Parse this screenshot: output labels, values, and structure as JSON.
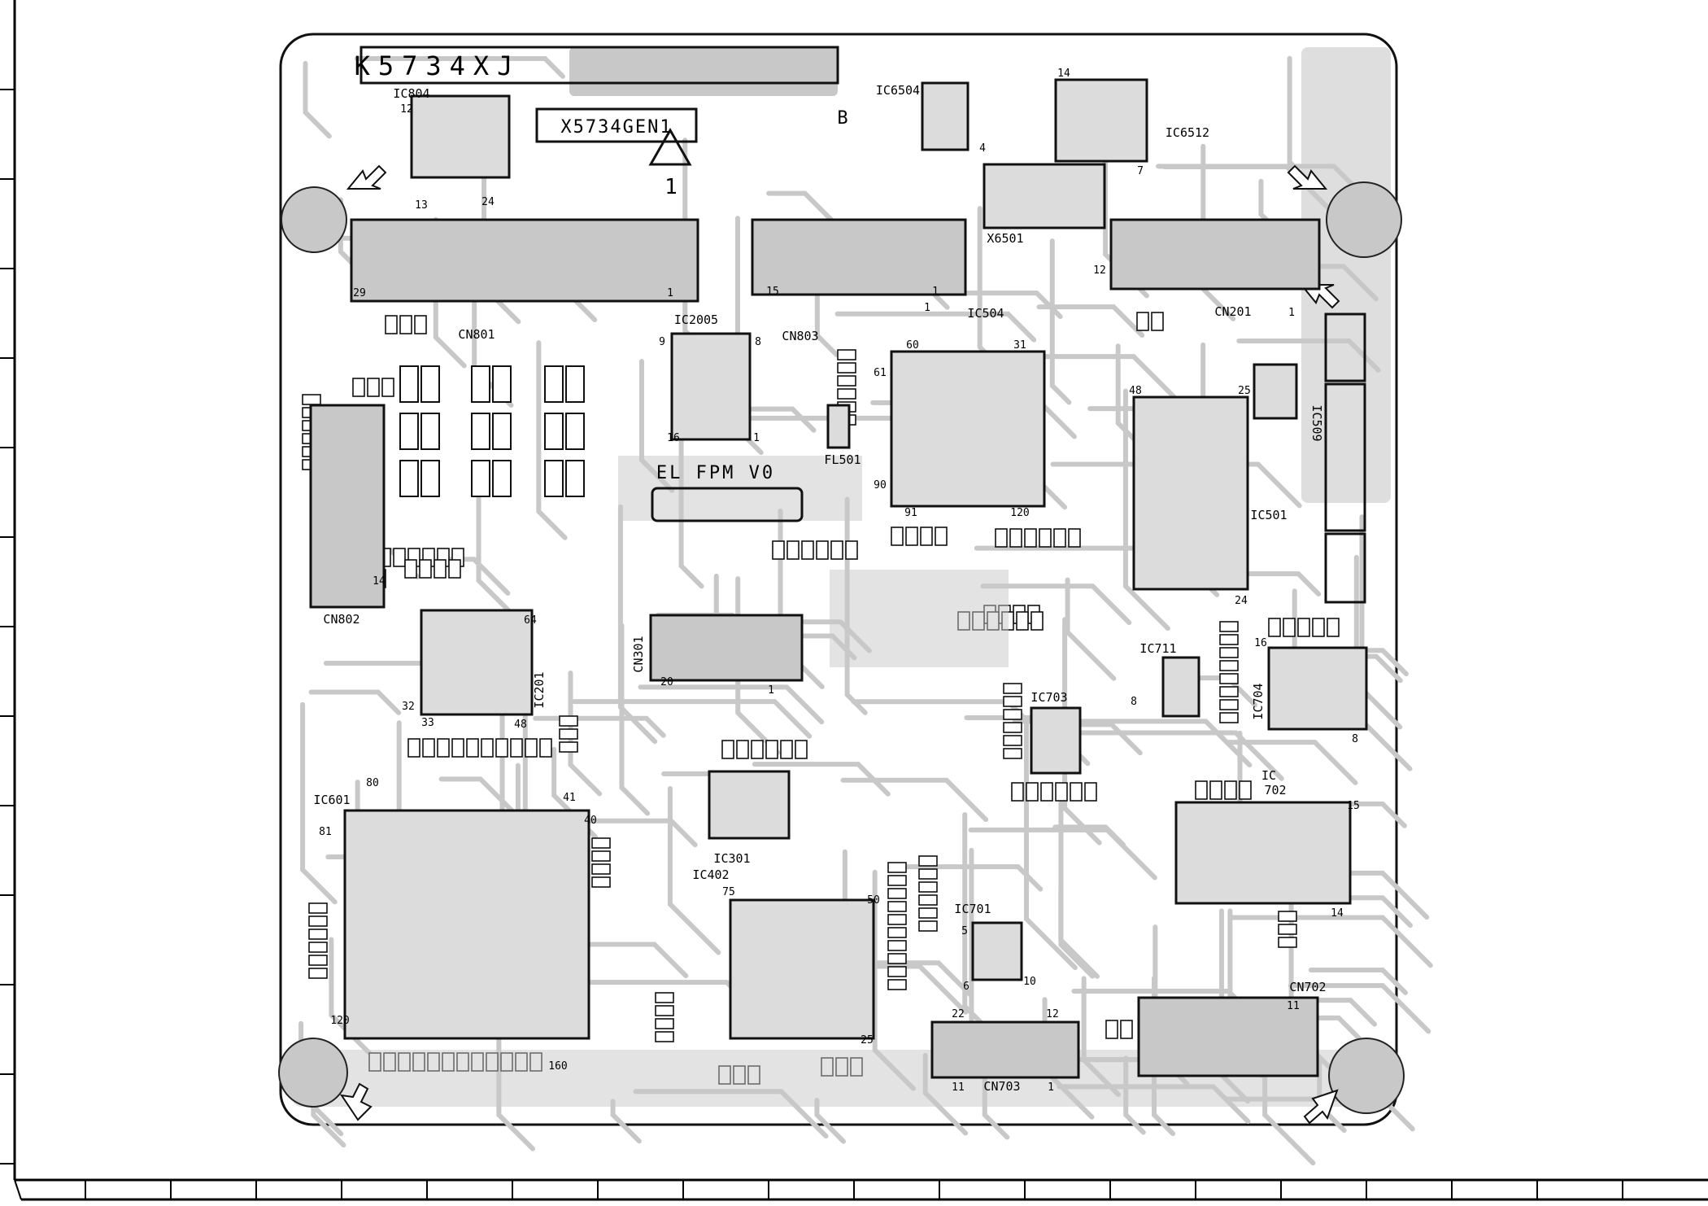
{
  "board": {
    "part_code": "K5734XJ",
    "pcb_code": "X5734GEN1",
    "revision_mark": "1",
    "silk_text": "EL FPM V0",
    "side_mark": "B"
  },
  "components": {
    "ic804": "IC804",
    "ic6504": "IC6504",
    "ic6512": "IC6512",
    "x6501": "X6501",
    "cn801": "CN801",
    "cn803": "CN803",
    "ic2005": "IC2005",
    "ic504": "IC504",
    "fl501": "FL501",
    "cn201": "CN201",
    "ic509": "IC509",
    "ic501": "IC501",
    "cn802": "CN802",
    "ic201": "IC201",
    "cn301": "CN301",
    "ic711": "IC711",
    "ic704": "IC704",
    "ic703": "IC703",
    "ic601": "IC601",
    "ic301": "IC301",
    "ic402": "IC402",
    "ic702_a": "IC",
    "ic702_b": "702",
    "ic701": "IC701",
    "cn703": "CN703",
    "cn702": "CN702"
  },
  "pins": {
    "ic804_12": "12",
    "ic804_13": "13",
    "ic804_24": "24",
    "ic6504_4": "4",
    "ic6512_14": "14",
    "ic6512_7": "7",
    "cn801_29": "29",
    "cn801_1": "1",
    "mid_15": "15",
    "mid_1": "1",
    "cn201_12": "12",
    "cn201_1": "1",
    "ic2005_9": "9",
    "ic2005_8": "8",
    "ic2005_16": "16",
    "ic2005_1": "1",
    "ic504_1": "1",
    "ic504_60": "60",
    "ic504_31": "31",
    "ic504_61": "61",
    "ic504_90": "90",
    "ic504_91": "91",
    "ic504_120": "120",
    "ic501_48": "48",
    "ic501_25": "25",
    "ic501_24": "24",
    "cn802_14": "14",
    "ic201_64": "64",
    "ic201_32": "32",
    "ic201_33": "33",
    "ic201_48": "48",
    "cn301_20": "20",
    "cn301_1": "1",
    "ic704_16": "16",
    "ic704_8": "8",
    "ic711_8": "8",
    "ic601_80": "80",
    "ic601_41": "41",
    "ic601_40": "40",
    "ic601_81": "81",
    "ic601_120": "120",
    "ic601_160": "160",
    "ic402_75": "75",
    "ic402_50": "50",
    "ic402_25": "25",
    "ic702_15": "15",
    "ic702_14": "14",
    "ic701_5": "5",
    "ic701_10": "10",
    "ic701_6": "6",
    "cn703_22": "22",
    "cn703_12": "12",
    "cn703_11": "11",
    "cn703_1": "1",
    "cn702_11": "11"
  },
  "colors": {
    "fill": "#c8c8c8",
    "stroke": "#111111",
    "paper": "#ffffff"
  }
}
